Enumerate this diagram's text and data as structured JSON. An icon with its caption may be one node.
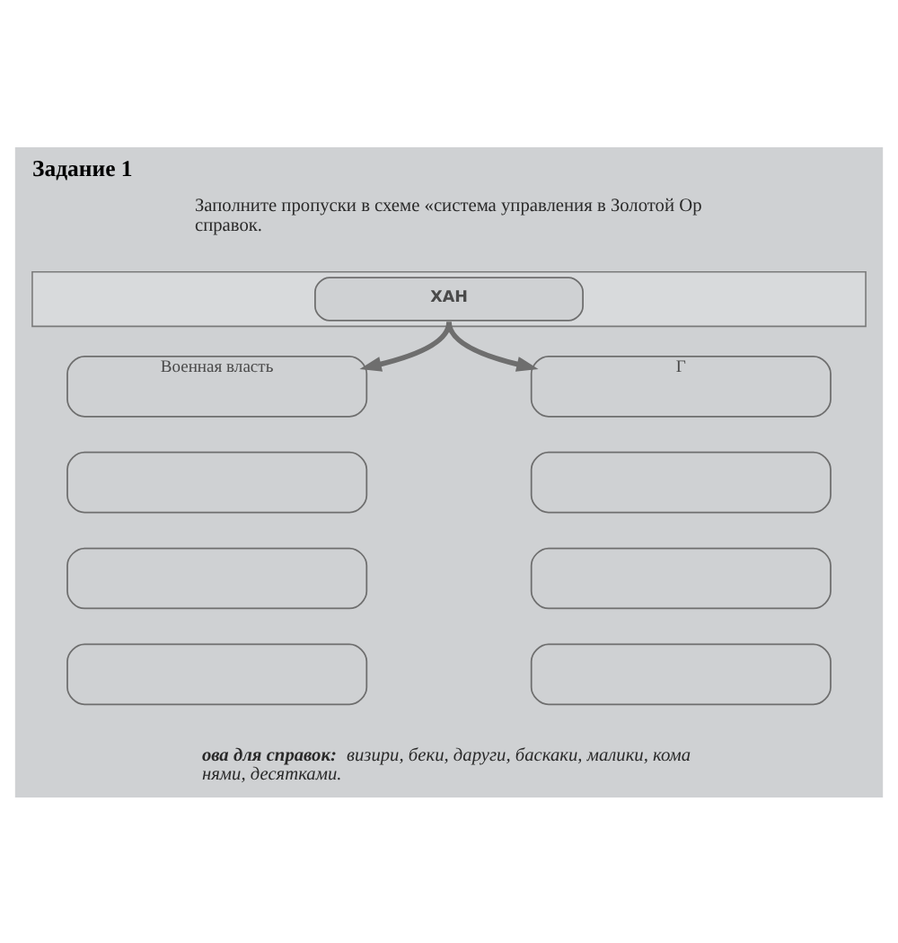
{
  "diagram": {
    "title": "Задание 1",
    "nodes": [
      {
        "text": [],
        "shape": "ribbon"
      },
      {
        "text": [
          "ХАН"
        ],
        "in": 0
      },
      {
        "text": [
          "Военная власть"
        ]
      },
      {
        "text": [],
        "shape": "box"
      },
      {
        "text": [],
        "shape": "box"
      },
      {
        "text": [],
        "shape": "box"
      },
      {
        "text": [
          "Г"
        ]
      },
      {
        "text": [],
        "shape": "box"
      },
      {
        "text": [],
        "shape": "box"
      },
      {
        "text": [],
        "shape": "box"
      }
    ],
    "edges": [
      {
        "from": 1,
        "to": 2,
        "arrow": "to"
      },
      {
        "from": 1,
        "to": 6,
        "arrow": "to"
      }
    ],
    "labels": [
      "Заполните пропуски в схеме «система управления в Золотой Ор справок.",
      "**ова для справок:** визири, беки, даруги, баскаки, малики, кома нями, десятками."
    ]
  }
}
